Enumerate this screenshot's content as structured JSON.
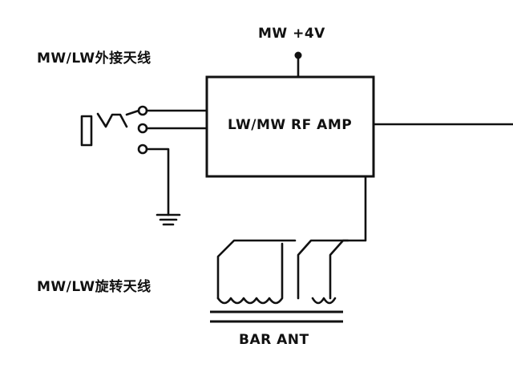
{
  "labels": {
    "supply": "MW +4V",
    "external_antenna": "MW/LW外接天线",
    "amplifier": "LW/MW RF AMP",
    "rotating_antenna": "MW/LW旋转天线",
    "bar_antenna": "BAR ANT"
  },
  "colors": {
    "ink": "#111111",
    "background": "#ffffff"
  }
}
